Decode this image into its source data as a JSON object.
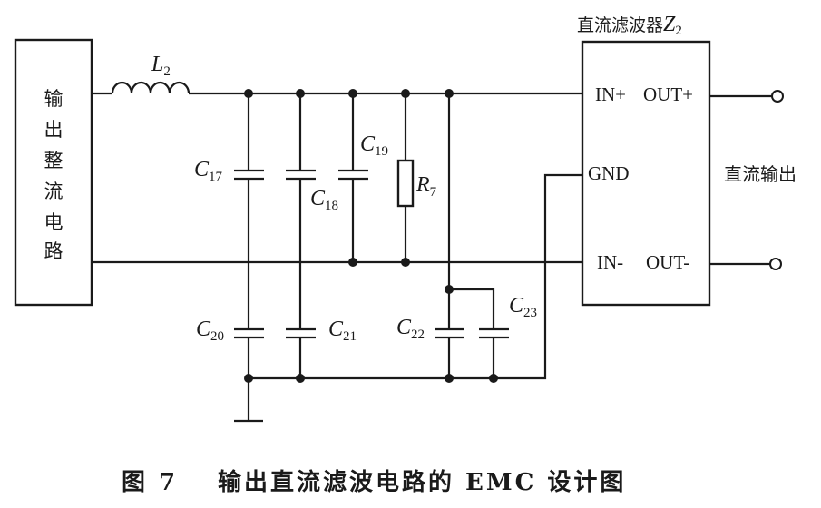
{
  "diagram": {
    "rectifier_block": {
      "label_chars": [
        "输",
        "出",
        "整",
        "流",
        "电",
        "路"
      ]
    },
    "inductor": {
      "label": "L",
      "sub": "2"
    },
    "capacitors": [
      {
        "label": "C",
        "sub": "17"
      },
      {
        "label": "C",
        "sub": "18"
      },
      {
        "label": "C",
        "sub": "19"
      },
      {
        "label": "C",
        "sub": "20"
      },
      {
        "label": "C",
        "sub": "21"
      },
      {
        "label": "C",
        "sub": "22"
      },
      {
        "label": "C",
        "sub": "23"
      }
    ],
    "resistor": {
      "label": "R",
      "sub": "7"
    },
    "filter_block": {
      "title": "直流滤波器",
      "title_symbol": "Z",
      "title_sub": "2",
      "pins": {
        "in_plus": "IN+",
        "out_plus": "OUT+",
        "gnd": "GND",
        "in_minus": "IN-",
        "out_minus": "OUT-"
      }
    },
    "output_label": "直流输出"
  },
  "caption": {
    "figure_number": "图 7",
    "title": "输出直流滤波电路的 EMC 设计图"
  }
}
